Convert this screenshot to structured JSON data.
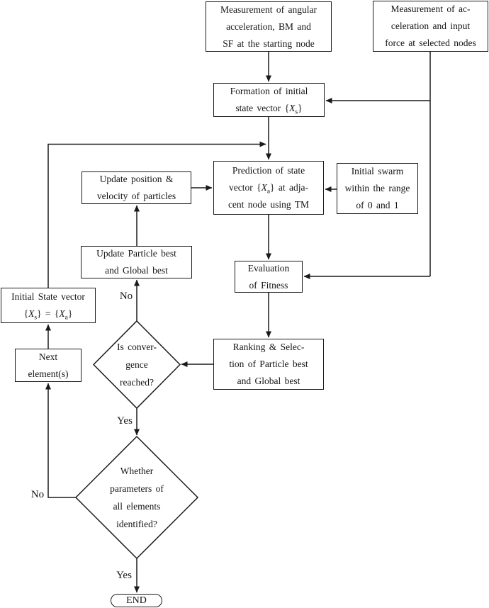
{
  "nodes": {
    "measure_angular": {
      "lines": [
        "Measurement of angular",
        "acceleration, BM and",
        "SF at the starting node"
      ]
    },
    "measure_accel": {
      "lines": [
        "Measurement of ac-",
        "celeration and input",
        "force at selected nodes"
      ]
    },
    "formation": {
      "lines": [
        "Formation of initial",
        "state vector {X_s}"
      ]
    },
    "prediction": {
      "lines": [
        "Prediction of state",
        "vector {X_a} at adja-",
        "cent node using TM"
      ]
    },
    "update_position": {
      "lines": [
        "Update position &",
        "velocity of particles"
      ]
    },
    "initial_swarm": {
      "lines": [
        "Initial swarm",
        "within the range",
        "of 0 and 1"
      ]
    },
    "evaluation": {
      "lines": [
        "Evaluation",
        "of Fitness"
      ]
    },
    "update_best": {
      "lines": [
        "Update Particle best",
        "and Global best"
      ]
    },
    "initial_state": {
      "lines": [
        "Initial State vector",
        "{X_s} = {X_a}"
      ]
    },
    "next_element": {
      "lines": [
        "Next",
        "element(s)"
      ]
    },
    "ranking": {
      "lines": [
        "Ranking & Selec-",
        "tion of Particle best",
        "and Global best"
      ]
    },
    "convergence": {
      "lines": [
        "Is conver-",
        "gence",
        "reached?"
      ]
    },
    "identified": {
      "lines": [
        "Whether",
        "parameters of",
        "all elements",
        "identified?"
      ]
    },
    "end": {
      "label": "END"
    }
  },
  "labels": {
    "convergence_no": "No",
    "convergence_yes": "Yes",
    "identified_no": "No",
    "identified_yes": "Yes"
  },
  "colors": {
    "stroke": "#1a1a1a",
    "text": "#141414",
    "background": "#ffffff"
  }
}
